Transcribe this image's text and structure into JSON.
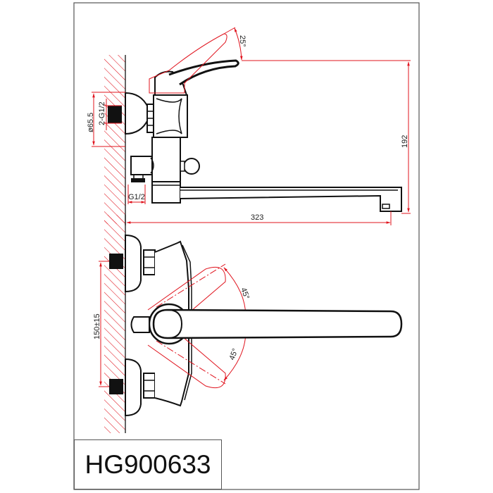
{
  "drawing": {
    "model_code": "HG900633",
    "colors": {
      "outline": "#111111",
      "dimension": "#e0141e",
      "frame": "#555555",
      "background": "#ffffff"
    },
    "side_view": {
      "dimensions": {
        "lever_angle": "25°",
        "height": "192",
        "reach": "323",
        "eccentric_diameter": "ø65.5",
        "inlet_thread": "2-G1/2",
        "outlet_thread": "G1/2"
      }
    },
    "top_view": {
      "dimensions": {
        "inlet_spacing": "150±15",
        "swing_angle_upper": "45°",
        "swing_angle_lower": "45°"
      }
    }
  }
}
